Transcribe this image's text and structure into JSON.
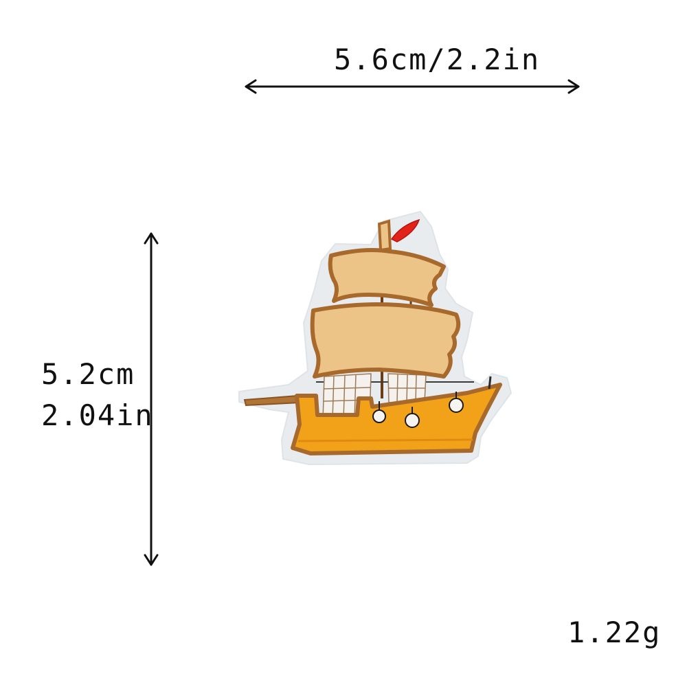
{
  "dimensions": {
    "width_label": "5.6cm/2.2in",
    "height_cm": "5.2cm",
    "height_in": "2.04in",
    "weight": "1.22g"
  },
  "colors": {
    "background": "#ffffff",
    "arrow": "#111111",
    "patch_felt": "#e9ecef",
    "sail": "#ecc487",
    "outline": "#a86a2c",
    "hull": "#f2a219",
    "flag": "#e2231a",
    "rigging": "#f5f2ee"
  },
  "icons": {
    "width_arrow": "double-headed-horizontal-arrow",
    "height_arrow": "double-headed-vertical-arrow",
    "product": "sailing-ship-embroidered-patch"
  }
}
